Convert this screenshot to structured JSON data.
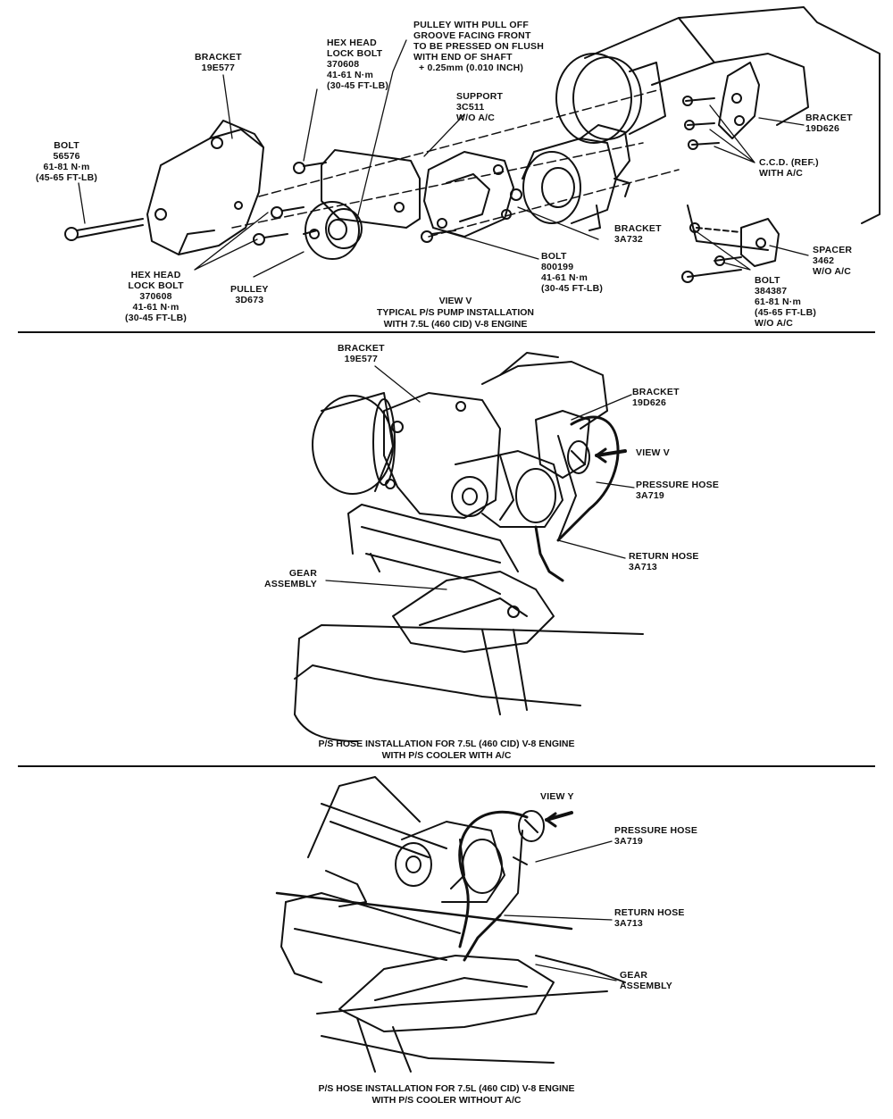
{
  "panel1": {
    "labels": {
      "bracket_19e577": [
        "BRACKET",
        "19E577"
      ],
      "hex_lock_bolt_top": [
        "HEX HEAD",
        "LOCK BOLT",
        "370608",
        "41-61 N·m",
        "(30-45 FT-LB)"
      ],
      "pulley_note": [
        "PULLEY WITH PULL OFF",
        "GROOVE FACING FRONT",
        "TO BE PRESSED ON FLUSH",
        "WITH END OF SHAFT",
        "+ 0.25mm (0.010 INCH)"
      ],
      "support": [
        "SUPPORT",
        "3C511",
        "W/O A/C"
      ],
      "bracket_19d626": [
        "BRACKET",
        "19D626"
      ],
      "ccd": [
        "C.C.D. (REF.)",
        "WITH A/C"
      ],
      "bolt_56576": [
        "BOLT",
        "56576",
        "61-81 N·m",
        "(45-65 FT-LB)"
      ],
      "bracket_3a732": [
        "BRACKET",
        "3A732"
      ],
      "spacer": [
        "SPACER",
        "3462",
        "W/O A/C"
      ],
      "bolt_800199": [
        "BOLT",
        "800199",
        "41-61 N·m",
        "(30-45 FT-LB)"
      ],
      "bolt_384387": [
        "BOLT",
        "384387",
        "61-81 N·m",
        "(45-65 FT-LB)",
        "W/O A/C"
      ],
      "hex_lock_bolt_bottom": [
        "HEX HEAD",
        "LOCK BOLT",
        "370608",
        "41-61 N·m",
        "(30-45 FT-LB)"
      ],
      "pulley_3d673": [
        "PULLEY",
        "3D673"
      ]
    },
    "caption": [
      "VIEW V",
      "TYPICAL P/S PUMP INSTALLATION",
      "WITH 7.5L (460 CID) V-8 ENGINE"
    ]
  },
  "panel2": {
    "labels": {
      "bracket_19e577": [
        "BRACKET",
        "19E577"
      ],
      "bracket_19d626": [
        "BRACKET",
        "19D626"
      ],
      "view_v": [
        "VIEW V"
      ],
      "pressure_hose": [
        "PRESSURE HOSE",
        "3A719"
      ],
      "return_hose": [
        "RETURN HOSE",
        "3A713"
      ],
      "gear_assembly": [
        "GEAR",
        "ASSEMBLY"
      ]
    },
    "caption": [
      "P/S HOSE INSTALLATION FOR 7.5L (460 CID) V-8 ENGINE",
      "WITH P/S COOLER WITH A/C"
    ]
  },
  "panel3": {
    "labels": {
      "view_y": [
        "VIEW Y"
      ],
      "pressure_hose": [
        "PRESSURE HOSE",
        "3A719"
      ],
      "return_hose": [
        "RETURN HOSE",
        "3A713"
      ],
      "gear_assembly": [
        "GEAR",
        "ASSEMBLY"
      ]
    },
    "caption": [
      "P/S HOSE INSTALLATION FOR  7.5L (460 CID) V-8 ENGINE",
      "WITH P/S COOLER WITHOUT A/C"
    ]
  }
}
